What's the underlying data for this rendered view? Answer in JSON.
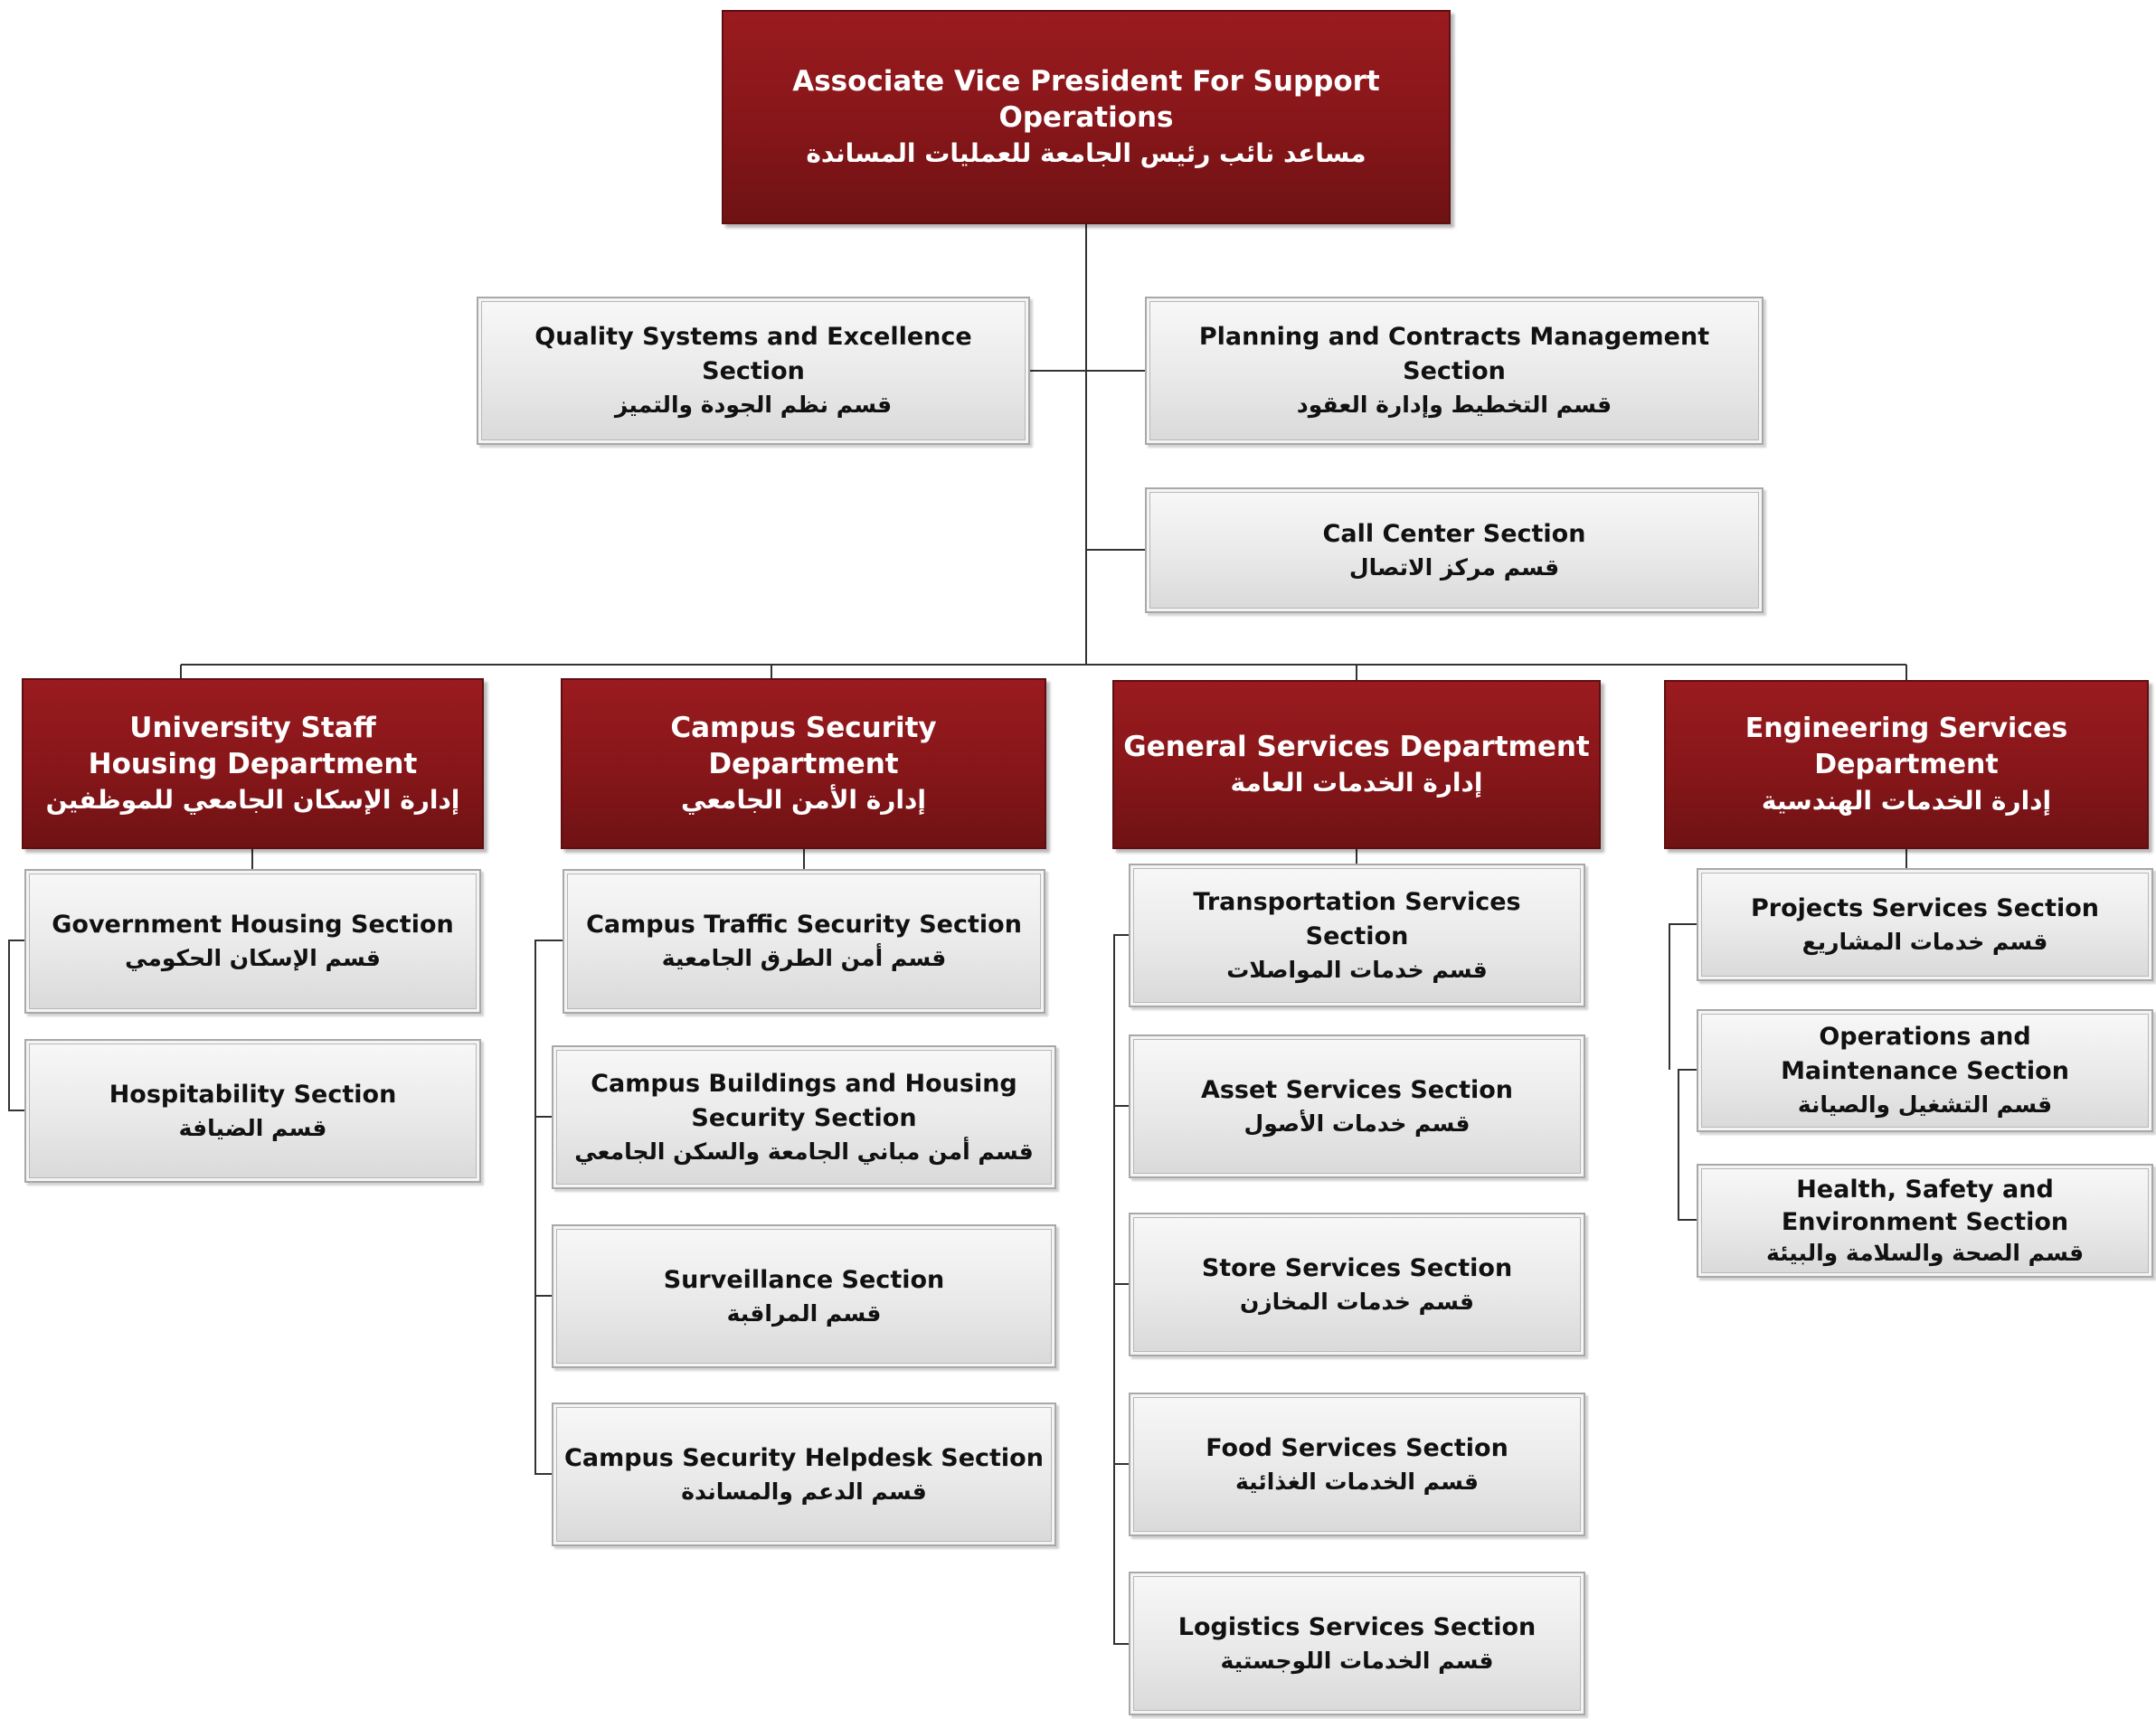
{
  "root": {
    "en": "Associate Vice President For Support Operations",
    "ar": "مساعد نائب رئيس الجامعة للعمليات المساندة"
  },
  "staff_sections": [
    {
      "en": "Quality Systems and Excellence Section",
      "ar": "قسم نظم الجودة والتميز"
    },
    {
      "en": "Planning and Contracts Management Section",
      "ar": "قسم  التخطيط وإدارة العقود"
    },
    {
      "en": "Call Center Section",
      "ar": "قسم مركز الاتصال"
    }
  ],
  "departments": [
    {
      "en": "University Staff Housing Department",
      "ar": "إدارة الإسكان الجامعي للموظفين",
      "sections": [
        {
          "en": "Government Housing Section",
          "ar": "قسم الإسكان الحكومي"
        },
        {
          "en": "Hospitability Section",
          "ar": "قسم الضيافة"
        }
      ]
    },
    {
      "en": "Campus Security Department",
      "ar": "إدارة الأمن الجامعي",
      "sections": [
        {
          "en": "Campus Traffic Security Section",
          "ar": "قسم أمن الطرق الجامعية"
        },
        {
          "en": "Campus Buildings and Housing Security Section",
          "ar": "قسم أمن مباني الجامعة والسكن الجامعي"
        },
        {
          "en": "Surveillance Section",
          "ar": "قسم المراقبة"
        },
        {
          "en": "Campus Security Helpdesk Section",
          "ar": "قسم الدعم والمساندة"
        }
      ]
    },
    {
      "en": "General Services Department",
      "ar": "إدارة الخدمات العامة",
      "sections": [
        {
          "en": "Transportation Services Section",
          "ar": "قسم خدمات المواصلات"
        },
        {
          "en": "Asset Services Section",
          "ar": "قسم خدمات الأصول"
        },
        {
          "en": "Store Services Section",
          "ar": "قسم خدمات المخازن"
        },
        {
          "en": "Food Services Section",
          "ar": "قسم الخدمات الغذائية"
        },
        {
          "en": "Logistics Services Section",
          "ar": "قسم الخدمات اللوجستية"
        }
      ]
    },
    {
      "en": "Engineering Services Department",
      "ar": "إدارة الخدمات الهندسية",
      "sections": [
        {
          "en": "Projects Services Section",
          "ar": "قسم خدمات المشاريع"
        },
        {
          "en": "Operations and Maintenance Section",
          "ar": "قسم التشغيل والصيانة"
        },
        {
          "en": "Health, Safety and Environment Section",
          "ar": "قسم الصحة والسلامة والبيئة"
        }
      ]
    }
  ],
  "colors": {
    "department_fill": "#861619",
    "section_fill": "#e9e9e9",
    "connector": "#333333"
  }
}
